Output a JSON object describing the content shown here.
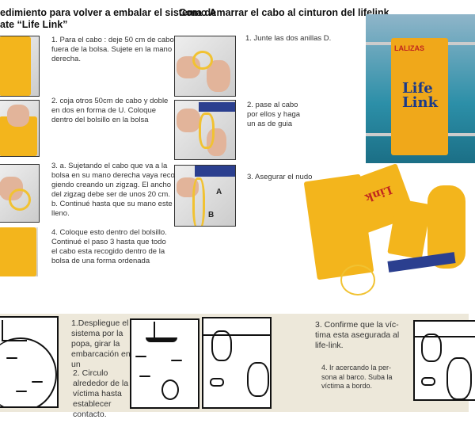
{
  "left_section": {
    "title_line1": "edimiento para volver a embalar el sistema de",
    "title_line2": "ate “Life Link”",
    "steps": [
      "1. Para el cabo : deje 50 cm de cabo fuera de la bolsa. Sujete en la mano derecha.",
      "2. coja otros 50cm de cabo y doble en dos en forma de U. Coloque dentro del bolsillo en la bolsa",
      "3. a. Sujetando el cabo que va a la bolsa en su mano derecha vaya reco-giendo creando un zigzag. El ancho del zigzag debe ser de unos 20 cm. b. Continué hasta que su mano este lleno.",
      "4. Coloque esto dentro del bolsillo. Continué el paso 3 hasta que todo el cabo esta recogido dentro de la bolsa de una forma ordenada"
    ]
  },
  "middle_section": {
    "title": "Como Amarrar el cabo al cinturon del lifelink",
    "steps": [
      "1. Junte las dos anillas D.",
      "2. pase al cabo por ellos y haga un as de guia",
      "3. Asegurar el nudo"
    ],
    "labels": [
      "A",
      "B"
    ]
  },
  "product": {
    "brand": "LALIZAS",
    "name": "Life Link"
  },
  "rescue_strip": {
    "steps": [
      "1.Despliegue el sistema por la popa, girar la embarcación en un",
      "2. Circulo alrededor de la víctima hasta establecer contacto.",
      "3. Confirme que la víc-tima esta asegurada al life-link.",
      "4. Ir acercando la per-sona al barco. Suba la víctima a bordo."
    ]
  },
  "colors": {
    "bag": "#f3b51c",
    "strap": "#2b3f8f",
    "strip": "#ede8da"
  }
}
